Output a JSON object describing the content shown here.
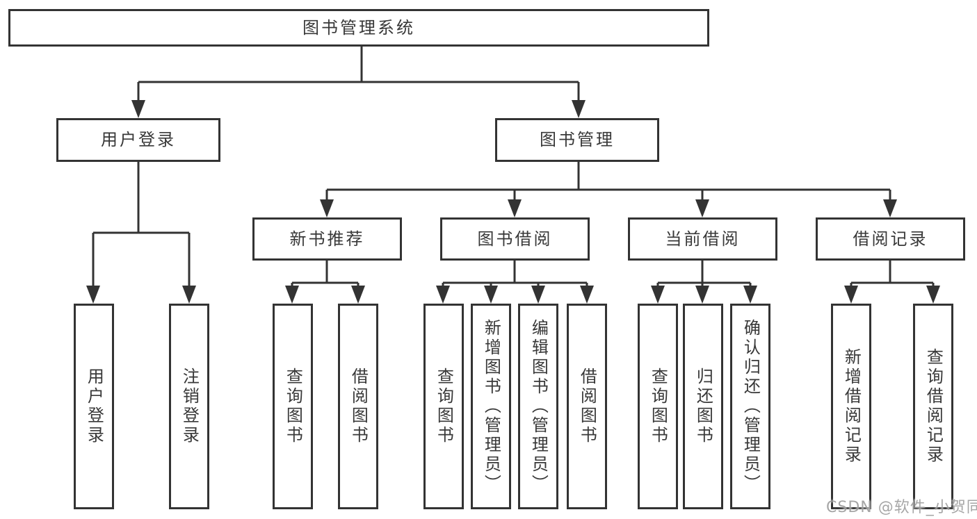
{
  "diagram": {
    "root": "图书管理系统",
    "branches": [
      {
        "label": "用户登录",
        "children": [
          {
            "label": "用户登录"
          },
          {
            "label": "注销登录"
          }
        ]
      },
      {
        "label": "图书管理",
        "children": [
          {
            "label": "新书推荐",
            "children": [
              {
                "label": "查询图书"
              },
              {
                "label": "借阅图书"
              }
            ]
          },
          {
            "label": "图书借阅",
            "children": [
              {
                "label": "查询图书"
              },
              {
                "label": "新增图书（管理员）"
              },
              {
                "label": "编辑图书（管理员）"
              },
              {
                "label": "借阅图书"
              }
            ]
          },
          {
            "label": "当前借阅",
            "children": [
              {
                "label": "查询图书"
              },
              {
                "label": "归还图书"
              },
              {
                "label": "确认归还（管理员）"
              }
            ]
          },
          {
            "label": "借阅记录",
            "children": [
              {
                "label": "新增借阅记录"
              },
              {
                "label": "查询借阅记录"
              }
            ]
          }
        ]
      }
    ]
  },
  "watermark": "CSDN @软件_小贺同学",
  "colors": {
    "line": "#333333",
    "box_border": "#333333",
    "text": "#383838",
    "background": "#ffffff",
    "watermark": "#969696"
  }
}
